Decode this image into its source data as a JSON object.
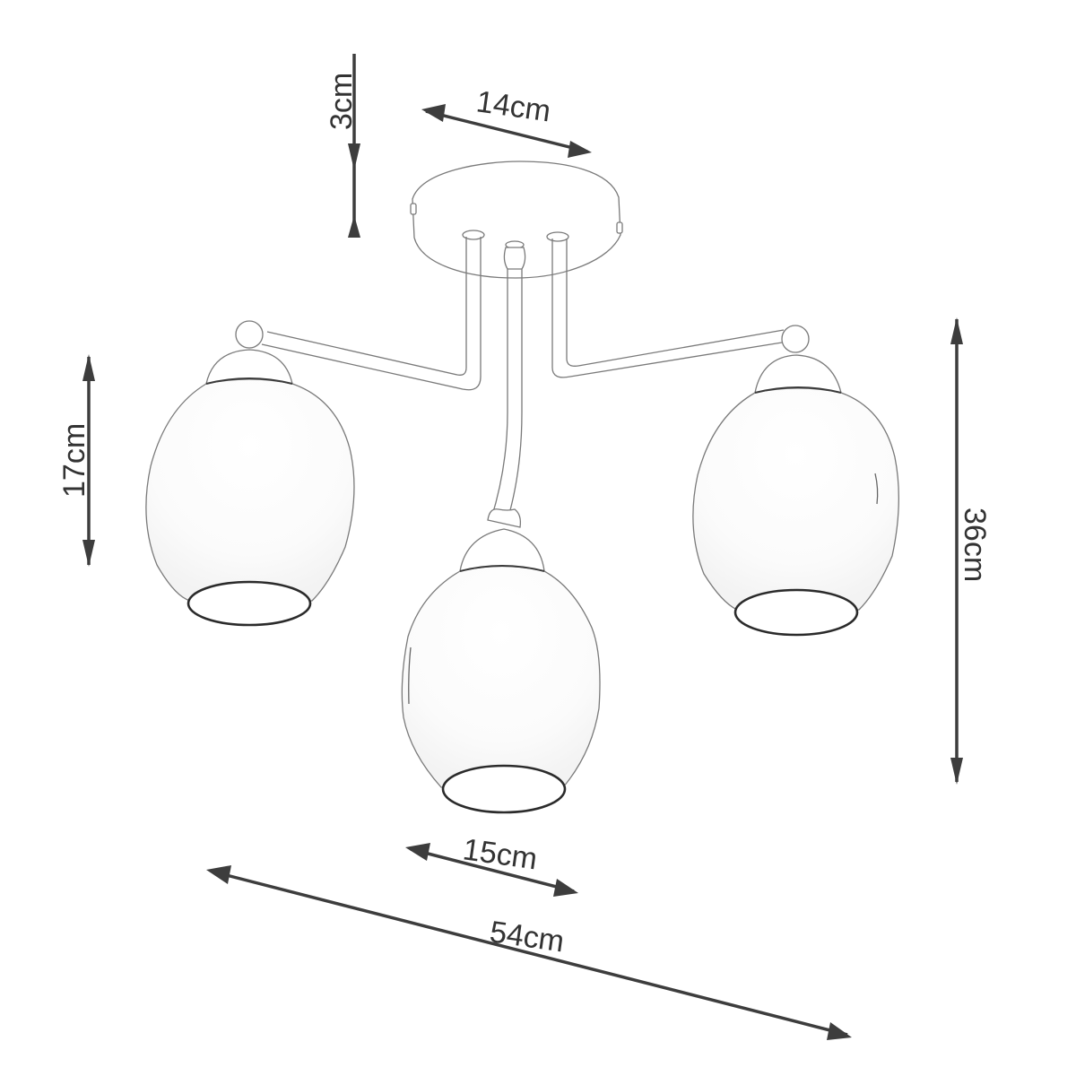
{
  "diagram": {
    "subject": "3-light ceiling lamp technical drawing",
    "colors": {
      "background": "#ffffff",
      "dimension": "#3d3d3d",
      "outline": "#7a7a7a",
      "rim": "#2b2b2b"
    },
    "dimensions": {
      "canopy_height": "3cm",
      "canopy_diameter": "14cm",
      "shade_height": "17cm",
      "total_height": "36cm",
      "shade_diameter": "15cm",
      "total_width": "54cm"
    },
    "components": {
      "canopy": "ceiling-canopy",
      "arms": [
        "left-arm",
        "center-stem",
        "right-arm"
      ],
      "shades": [
        "left-shade",
        "center-shade",
        "right-shade"
      ]
    }
  }
}
